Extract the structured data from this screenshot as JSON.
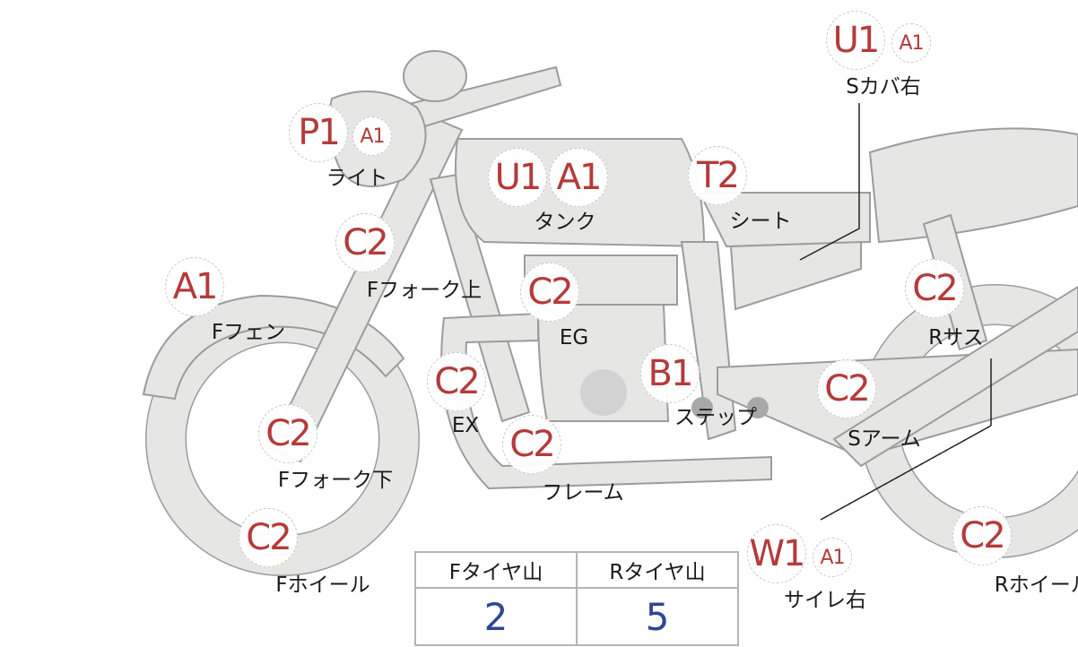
{
  "parts": [
    {
      "id": "s-cover-right",
      "label": "Sカバ右",
      "codes": [
        "U1",
        "A1"
      ]
    },
    {
      "id": "light",
      "label": "ライト",
      "codes": [
        "P1",
        "A1"
      ]
    },
    {
      "id": "tank",
      "label": "タンク",
      "codes": [
        "U1",
        "A1"
      ]
    },
    {
      "id": "seat",
      "label": "シート",
      "codes": [
        "T2"
      ]
    },
    {
      "id": "front-fork-upper",
      "label": "Fフォーク上",
      "codes": [
        "C2"
      ]
    },
    {
      "id": "front-fender",
      "label": "Fフェン",
      "codes": [
        "A1"
      ]
    },
    {
      "id": "engine",
      "label": "EG",
      "codes": [
        "C2"
      ]
    },
    {
      "id": "rear-suspension",
      "label": "Rサス",
      "codes": [
        "C2"
      ]
    },
    {
      "id": "exhaust",
      "label": "EX",
      "codes": [
        "C2"
      ]
    },
    {
      "id": "step",
      "label": "ステップ",
      "codes": [
        "B1"
      ]
    },
    {
      "id": "swing-arm",
      "label": "Sアーム",
      "codes": [
        "C2"
      ]
    },
    {
      "id": "front-fork-lower",
      "label": "Fフォーク下",
      "codes": [
        "C2"
      ]
    },
    {
      "id": "frame",
      "label": "フレーム",
      "codes": [
        "C2"
      ]
    },
    {
      "id": "front-wheel",
      "label": "Fホイール",
      "codes": [
        "C2"
      ]
    },
    {
      "id": "silencer-right",
      "label": "サイレ右",
      "codes": [
        "W1",
        "A1"
      ]
    },
    {
      "id": "rear-wheel",
      "label": "Rホイール",
      "codes": [
        "C2"
      ]
    }
  ],
  "tire_table": {
    "headers": [
      "Fタイヤ山",
      "Rタイヤ山"
    ],
    "values": [
      "2",
      "5"
    ]
  },
  "colors": {
    "code": "#b53a3b",
    "value": "#2b4796",
    "body_fill": "#e6e6e4",
    "body_stroke": "#9c9c9c"
  }
}
